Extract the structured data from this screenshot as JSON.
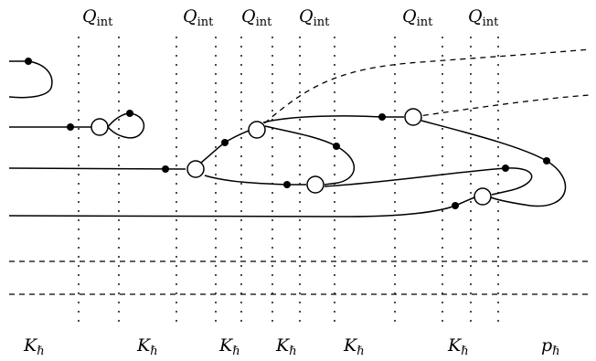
{
  "top_labels": [
    {
      "main": "Q",
      "sub": "int"
    },
    {
      "main": "Q",
      "sub": "int"
    },
    {
      "main": "Q",
      "sub": "int"
    },
    {
      "main": "Q",
      "sub": "int"
    },
    {
      "main": "Q",
      "sub": "int"
    },
    {
      "main": "Q",
      "sub": "int"
    }
  ],
  "bottom_labels": [
    {
      "main": "K",
      "sub": "ℏ"
    },
    {
      "main": "K",
      "sub": "ℏ"
    },
    {
      "main": "K",
      "sub": "ℏ"
    },
    {
      "main": "K",
      "sub": "ℏ"
    },
    {
      "main": "K",
      "sub": "ℏ"
    },
    {
      "main": "K",
      "sub": "ℏ"
    },
    {
      "main": "p",
      "sub": "ℏ"
    }
  ]
}
